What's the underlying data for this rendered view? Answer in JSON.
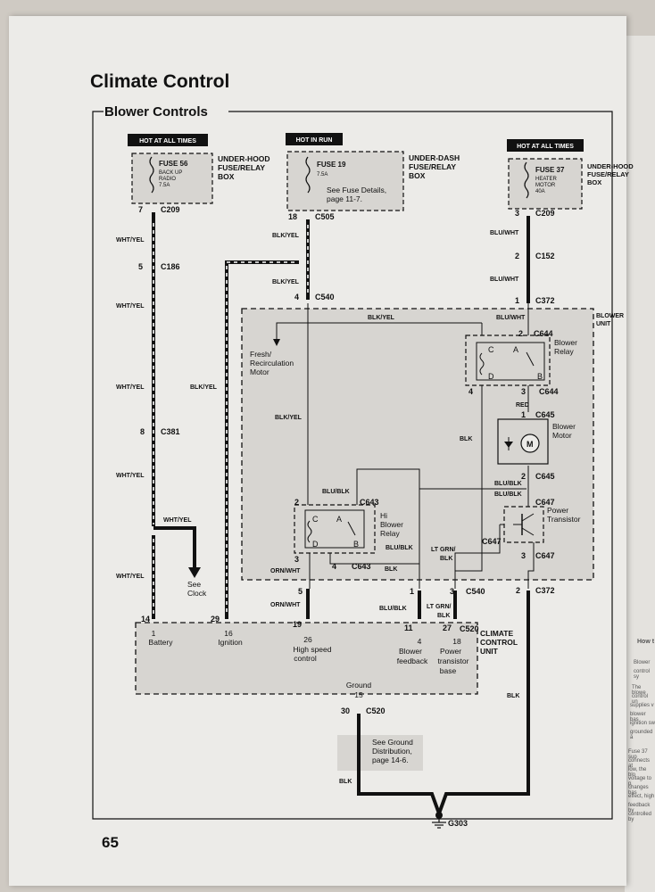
{
  "page": {
    "title": "Climate Control",
    "section": "Blower Controls",
    "page_number": "65"
  },
  "diagram": {
    "hot_all_1": "HOT AT ALL TIMES",
    "hot_run": "HOT IN RUN",
    "hot_all_2": "HOT AT ALL TIMES",
    "fuse56": {
      "name": "FUSE 56",
      "l1": "BACK UP",
      "l2": "RADIO",
      "l3": "7.5A"
    },
    "fuse19": {
      "name": "FUSE 19",
      "l1": "7.5A",
      "note1": "See Fuse Details,",
      "note2": "page 11-7."
    },
    "fuse37": {
      "name": "FUSE 37",
      "l1": "HEATER",
      "l2": "MOTOR",
      "l3": "40A"
    },
    "box_uh1": [
      "UNDER-HOOD",
      "FUSE/RELAY",
      "BOX"
    ],
    "box_ud": [
      "UNDER-DASH",
      "FUSE/RELAY",
      "BOX"
    ],
    "box_uh2": [
      "UNDER-HOOD",
      "FUSE/RELAY",
      "BOX"
    ],
    "conn": {
      "c209a": "C209",
      "c505": "C505",
      "c209b": "C209",
      "c186": "C186",
      "c152": "C152",
      "c540a": "C540",
      "c372a": "C372",
      "c644a": "C644",
      "c644b": "C644",
      "c645a": "C645",
      "c645b": "C645",
      "c643a": "C643",
      "c643b": "C643",
      "c647a": "C647",
      "c647b": "C647",
      "c647c": "C647",
      "c381": "C381",
      "c540b": "C540",
      "c372b": "C372",
      "c520a": "C520",
      "c520b": "C520",
      "g303": "G303"
    },
    "pins": {
      "p7": "7",
      "p18": "18",
      "p3a": "3",
      "p5a": "5",
      "p2a": "2",
      "p4a": "4",
      "p1a": "1",
      "p2b": "2",
      "p4b": "4",
      "p3b": "3",
      "p1b": "1",
      "p2c": "2",
      "p2d": "2",
      "p3c": "3",
      "p4c": "4",
      "p8": "8",
      "p3d": "3",
      "p5b": "5",
      "p1c": "1",
      "p3e": "3",
      "p2e": "2",
      "p14": "14",
      "p29": "29",
      "p19": "19",
      "p11": "11",
      "p27": "27",
      "p30": "30"
    },
    "wires": {
      "wy1": "WHT/YEL",
      "wy2": "WHT/YEL",
      "wy3": "WHT/YEL",
      "wy4": "WHT/YEL",
      "wy5": "WHT/YEL",
      "wy6": "WHT/YEL",
      "by1": "BLK/YEL",
      "by2": "BLK/YEL",
      "by3": "BLK/YEL",
      "by4": "BLK/YEL",
      "by5": "BLK/YEL",
      "bw1": "BLU/WHT",
      "bw2": "BLU/WHT",
      "bb1": "BLU/BLK",
      "bb2": "BLU/BLK",
      "bb3": "BLU/BLK",
      "bb4": "BLU/BLK",
      "bb5": "BLU/BLK",
      "red": "RED",
      "blk1": "BLK",
      "blk2": "BLK",
      "blk3": "BLK",
      "blk4": "BLK",
      "ow1": "ORN/WHT",
      "ow2": "ORN/WHT",
      "lg1": "LT GRN/",
      "lg1b": "BLK",
      "lg2": "LT GRN/",
      "lg2b": "BLK"
    },
    "components": {
      "blower_unit": [
        "BLOWER",
        "UNIT"
      ],
      "blower_relay": [
        "Blower",
        "Relay"
      ],
      "blower_motor": [
        "Blower",
        "Motor"
      ],
      "power_transistor": [
        "Power",
        "Transistor"
      ],
      "hi_blower_relay": [
        "Hi",
        "Blower",
        "Relay"
      ],
      "fresh_motor": [
        "Fresh/",
        "Recirculation",
        "Motor"
      ],
      "see_clock": [
        "See",
        "Clock"
      ],
      "ccu": [
        "CLIMATE",
        "CONTROL",
        "UNIT"
      ],
      "ground_ref": [
        "See Ground",
        "Distribution,",
        "page 14-6."
      ]
    },
    "ccu_pins": {
      "battery": [
        "1",
        "Battery"
      ],
      "ignition": [
        "16",
        "Ignition"
      ],
      "hsc": [
        "26",
        "High speed",
        "control"
      ],
      "feedback": [
        "4",
        "Blower",
        "feedback"
      ],
      "ptb": [
        "18",
        "Power",
        "transistor",
        "base"
      ],
      "ground": [
        "Ground",
        "15"
      ]
    },
    "relay_letters": [
      "C",
      "A",
      "D",
      "B"
    ],
    "relay2_letters": [
      "C",
      "A",
      "D",
      "B"
    ]
  },
  "right_page": {
    "heading": "How t",
    "fragments": [
      "Blower",
      "control sy",
      "The blowe",
      "control un",
      "supplies v",
      "blower bas",
      "ignition sw",
      "grounded a",
      "Fuse 37 sup",
      "connects at",
      "low, the blo",
      "voltage to p",
      "changes bas",
      "effect, high",
      "feedback by",
      "controlled by"
    ]
  },
  "colors": {
    "page": "#ecebe8",
    "shade": "#d7d5d1",
    "ink": "#111111"
  }
}
